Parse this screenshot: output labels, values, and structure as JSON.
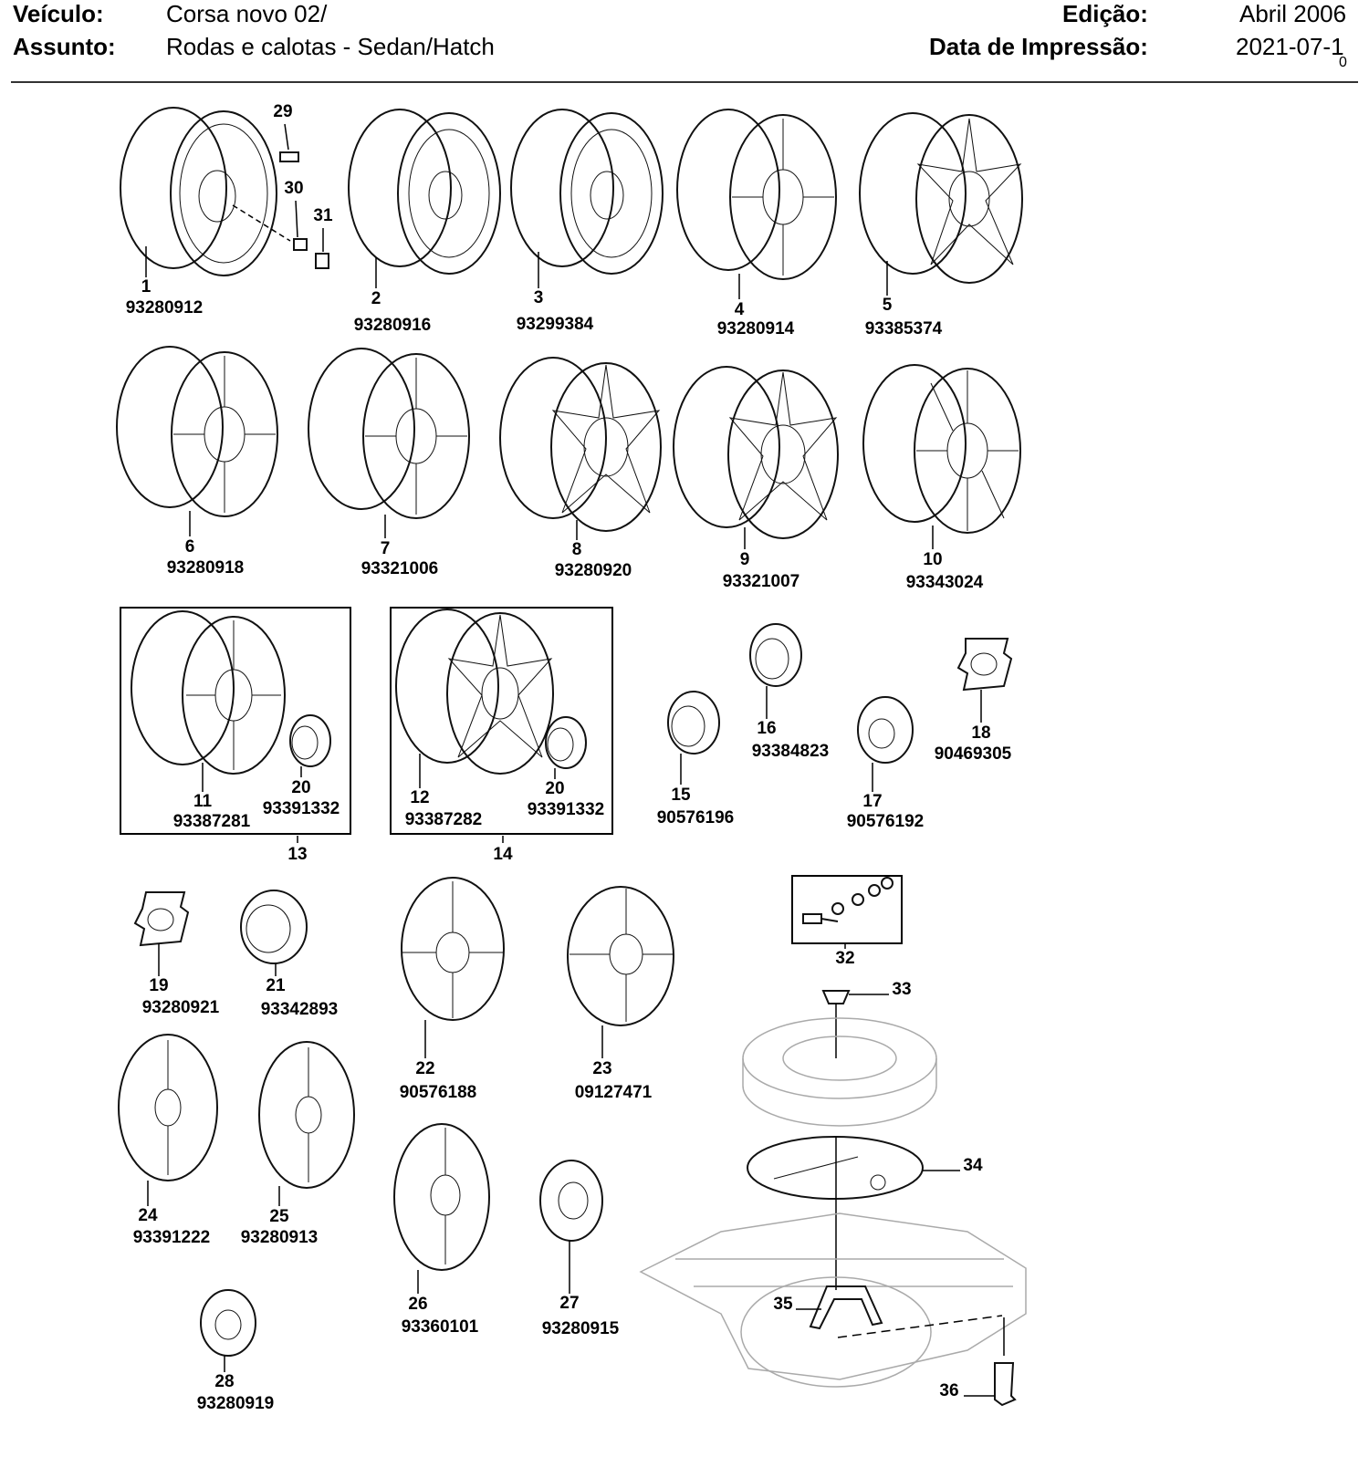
{
  "header": {
    "vehicle_label": "Veículo:",
    "vehicle_value": "Corsa novo 02/",
    "subject_label": "Assunto:",
    "subject_value": "Rodas e calotas - Sedan/Hatch",
    "edition_label": "Edição:",
    "edition_value": "Abril 2006",
    "print_label": "Data de Impressão:",
    "print_value": "2021-07-1",
    "print_value_cut": "0"
  },
  "parts": [
    {
      "ref": "1",
      "number": "93280912"
    },
    {
      "ref": "2",
      "number": "93280916"
    },
    {
      "ref": "3",
      "number": "93299384"
    },
    {
      "ref": "4",
      "number": "93280914"
    },
    {
      "ref": "5",
      "number": "93385374"
    },
    {
      "ref": "6",
      "number": "93280918"
    },
    {
      "ref": "7",
      "number": "93321006"
    },
    {
      "ref": "8",
      "number": "93280920"
    },
    {
      "ref": "9",
      "number": "93321007"
    },
    {
      "ref": "10",
      "number": "93343024"
    },
    {
      "ref": "11",
      "number": "93387281"
    },
    {
      "ref": "12",
      "number": "93387282"
    },
    {
      "ref": "13",
      "number": ""
    },
    {
      "ref": "14",
      "number": ""
    },
    {
      "ref": "15",
      "number": "90576196"
    },
    {
      "ref": "16",
      "number": "93384823"
    },
    {
      "ref": "17",
      "number": "90576192"
    },
    {
      "ref": "18",
      "number": "90469305"
    },
    {
      "ref": "19",
      "number": "93280921"
    },
    {
      "ref": "20",
      "number": "93391332"
    },
    {
      "ref": "21",
      "number": "93342893"
    },
    {
      "ref": "22",
      "number": "90576188"
    },
    {
      "ref": "23",
      "number": "09127471"
    },
    {
      "ref": "24",
      "number": "93391222"
    },
    {
      "ref": "25",
      "number": "93280913"
    },
    {
      "ref": "26",
      "number": "93360101"
    },
    {
      "ref": "27",
      "number": "93280915"
    },
    {
      "ref": "28",
      "number": "93280919"
    },
    {
      "ref": "29",
      "number": ""
    },
    {
      "ref": "30",
      "number": ""
    },
    {
      "ref": "31",
      "number": ""
    },
    {
      "ref": "32",
      "number": ""
    },
    {
      "ref": "33",
      "number": ""
    },
    {
      "ref": "34",
      "number": ""
    },
    {
      "ref": "35",
      "number": ""
    },
    {
      "ref": "36",
      "number": ""
    }
  ]
}
